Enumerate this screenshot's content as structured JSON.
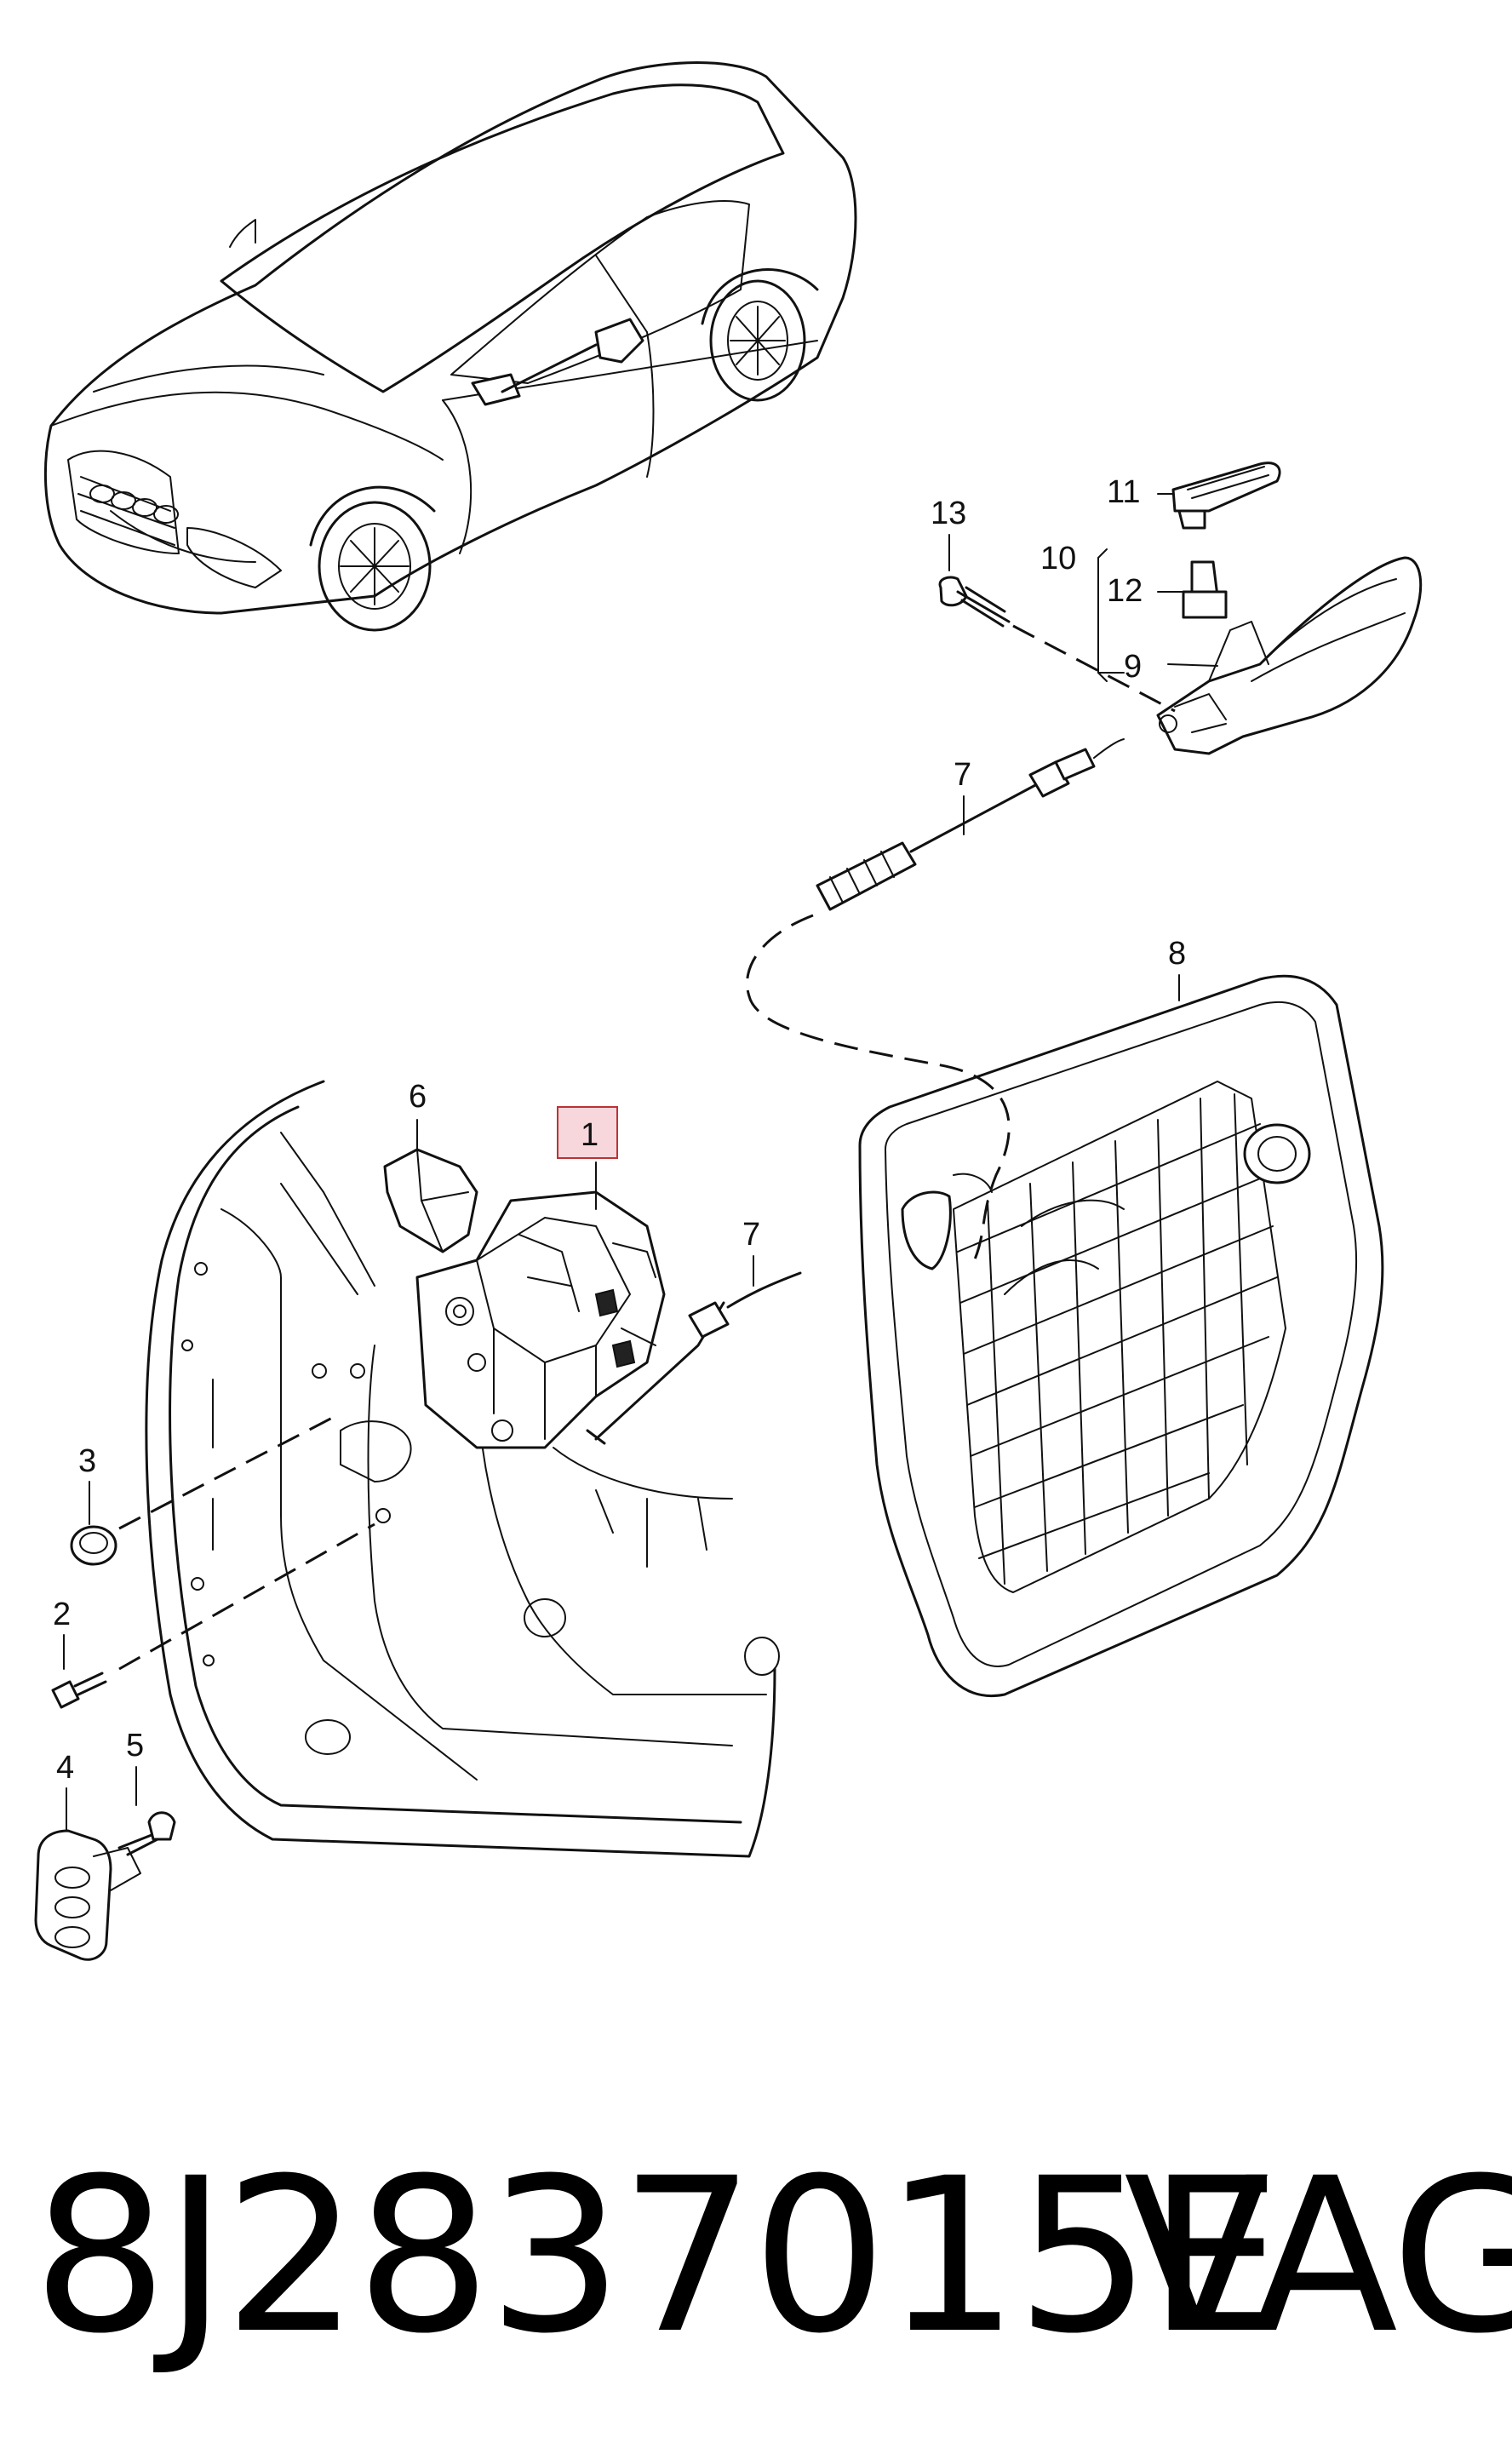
{
  "callouts": {
    "c1": "1",
    "c2": "2",
    "c3": "3",
    "c4": "4",
    "c5": "5",
    "c6": "6",
    "c7a": "7",
    "c7b": "7",
    "c8": "8",
    "c9": "9",
    "c10": "10",
    "c11": "11",
    "c12": "12",
    "c13": "13"
  },
  "highlight_color": "#f7d6dc",
  "caption": {
    "part_number": "8J2837015E",
    "brand": "VAG"
  }
}
